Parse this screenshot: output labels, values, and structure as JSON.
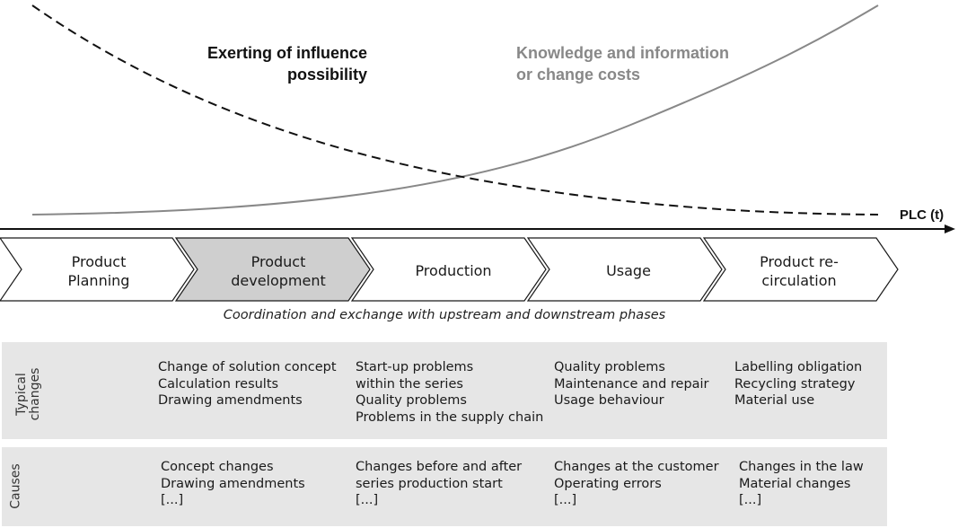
{
  "curves": {
    "influence": {
      "label_lines": [
        "Exerting of influence",
        "possibility"
      ],
      "color": "#111111",
      "style": "dashed"
    },
    "knowledge": {
      "label_lines": [
        "Knowledge and information",
        "or change costs"
      ],
      "color": "#888888",
      "style": "solid"
    }
  },
  "axis": {
    "label": "PLC (t)"
  },
  "phases": [
    {
      "label_lines": [
        "Product",
        "Planning"
      ],
      "highlighted": false
    },
    {
      "label_lines": [
        "Product",
        "development"
      ],
      "highlighted": true
    },
    {
      "label_lines": [
        "Production"
      ],
      "highlighted": false
    },
    {
      "label_lines": [
        "Usage"
      ],
      "highlighted": false
    },
    {
      "label_lines": [
        "Product re-",
        "circulation"
      ],
      "highlighted": false
    }
  ],
  "coordination": "Coordination and exchange with upstream and downstream phases",
  "rows": {
    "typical_changes": {
      "label_lines": [
        "Typical",
        "changes"
      ],
      "columns": [
        [
          "Change of solution concept",
          "Calculation results",
          "Drawing amendments"
        ],
        [
          "Start-up problems",
          "within the series",
          "Quality problems",
          "Problems in the supply chain"
        ],
        [
          "Quality problems",
          "Maintenance and repair",
          "Usage behaviour"
        ],
        [
          "Labelling obligation",
          "Recycling strategy",
          "Material use"
        ]
      ]
    },
    "causes": {
      "label_lines": [
        "Causes"
      ],
      "columns": [
        [
          "Concept changes",
          "Drawing amendments",
          "[...]"
        ],
        [
          "Changes before and after",
          "series production start",
          "[...]"
        ],
        [
          "Changes at the customer",
          "Operating errors",
          "[...]"
        ],
        [
          "Changes in the law",
          "Material changes",
          "[...]"
        ]
      ]
    }
  },
  "colors": {
    "phase_highlight": "#cfcfcf",
    "coordination_band": "#c8c8c8",
    "row_band": "#e6e6e6"
  }
}
